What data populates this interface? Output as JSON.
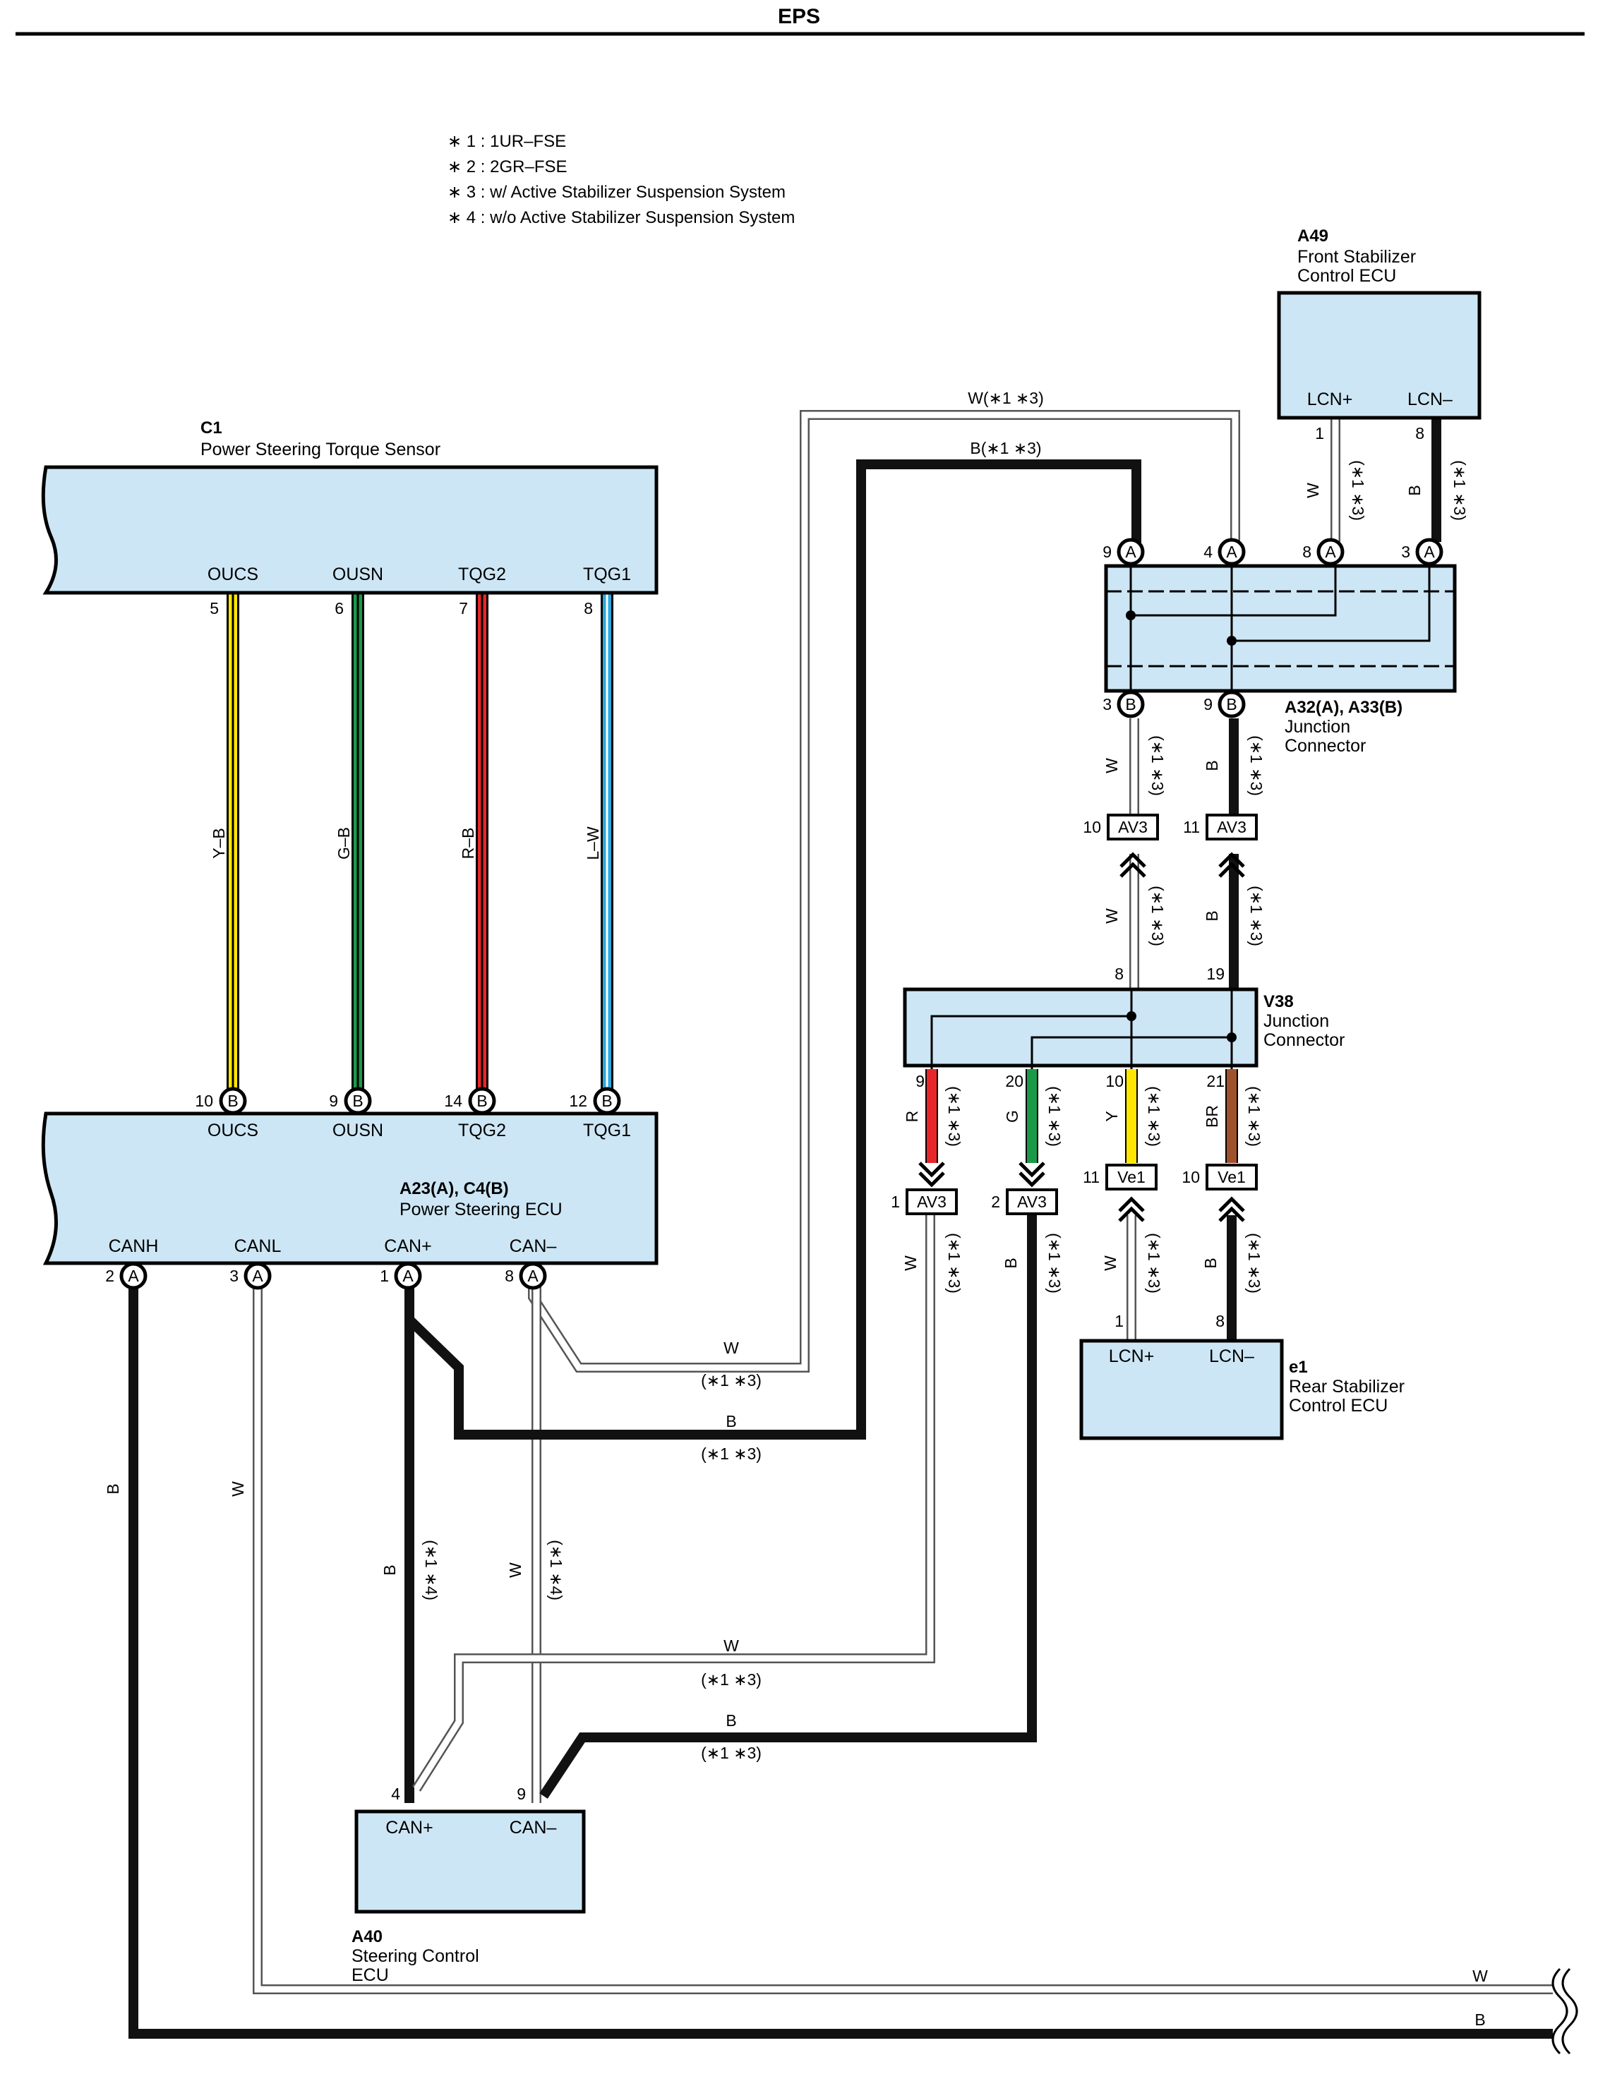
{
  "title": "EPS",
  "notes": [
    "∗ 1 : 1UR–FSE",
    "∗ 2 : 2GR–FSE",
    "∗ 3 : w/ Active Stabilizer Suspension System",
    "∗ 4 : w/o Active Stabilizer Suspension System"
  ],
  "colors": {
    "Y": "#ffe600",
    "G": "#1a9a48",
    "R": "#e8262a",
    "L": "#2aa7e0",
    "BR": "#a0522d",
    "B": "#111111",
    "W": "#ffffff",
    "box_fill": "#cde6f5"
  },
  "components": {
    "c1": {
      "id": "C1",
      "name": "Power Steering Torque Sensor",
      "terminals": [
        "OUCS",
        "OUSN",
        "TQG2",
        "TQG1"
      ],
      "pins": [
        "5",
        "6",
        "7",
        "8"
      ]
    },
    "ecu": {
      "id": "A23(A), C4(B)",
      "name": "Power Steering ECU",
      "top_terminals": [
        "OUCS",
        "OUSN",
        "TQG2",
        "TQG1"
      ],
      "top_pins": [
        "10",
        "9",
        "14",
        "12"
      ],
      "top_connector": "B",
      "bottom_terminals": [
        "CANH",
        "CANL",
        "CAN+",
        "CAN–"
      ],
      "bottom_pins": [
        "2",
        "3",
        "1",
        "8"
      ],
      "bottom_connector": "A"
    },
    "a49": {
      "id": "A49",
      "name_lines": [
        "Front Stabilizer",
        "Control ECU"
      ],
      "terminals": [
        "LCN+",
        "LCN–"
      ],
      "pins": [
        "1",
        "8"
      ]
    },
    "a32": {
      "id": "A32(A), A33(B)",
      "name_lines": [
        "Junction",
        "Connector"
      ],
      "top_pins": [
        "9",
        "4",
        "8",
        "3"
      ],
      "top_connector": "A",
      "bottom_pins": [
        "3",
        "9"
      ],
      "bottom_connector": "B"
    },
    "v38": {
      "id": "V38",
      "name_lines": [
        "Junction",
        "Connector"
      ],
      "top_pins": [
        "8",
        "19"
      ],
      "bottom_pins": [
        "9",
        "20",
        "10",
        "21"
      ]
    },
    "e1": {
      "id": "e1",
      "name_lines": [
        "Rear Stabilizer",
        "Control ECU"
      ],
      "terminals": [
        "LCN+",
        "LCN–"
      ],
      "pins": [
        "1",
        "8"
      ]
    },
    "a40": {
      "id": "A40",
      "name_lines": [
        "Steering Control",
        "ECU"
      ],
      "terminals": [
        "CAN+",
        "CAN–"
      ],
      "pins": [
        "4",
        "9"
      ]
    }
  },
  "connectors": {
    "av3_upper": {
      "label": "AV3",
      "pins": [
        "10",
        "11"
      ]
    },
    "av3_lower": {
      "label": "AV3",
      "pins": [
        "1",
        "2"
      ]
    },
    "ve1": {
      "label": "Ve1",
      "pins": [
        "11",
        "10"
      ]
    }
  },
  "wires": {
    "sensor": [
      "Y–B",
      "G–B",
      "R–B",
      "L–W"
    ],
    "cc13": "(∗1 ∗3)",
    "cc14": "(∗1 ∗4)",
    "w_cc": "W(∗1 ∗3)",
    "b_cc": "B(∗1 ∗3)",
    "W": "W",
    "B": "B",
    "R": "R",
    "G": "G",
    "Y": "Y",
    "BR": "BR"
  }
}
